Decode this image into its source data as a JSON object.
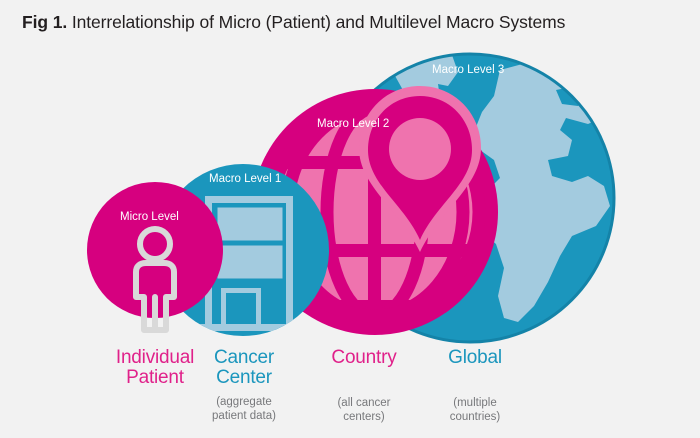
{
  "figure": {
    "label": "Fig 1.",
    "title": "Interrelationship of Micro (Patient) and Multilevel Macro Systems",
    "background_color": "#f2f2f2"
  },
  "colors": {
    "pink": "#e0218a",
    "pink_dark": "#d6007f",
    "pink_light": "#ef73ae",
    "teal": "#1b96bd",
    "teal_dark": "#1483a8",
    "teal_light": "#a3cbdf",
    "icon_gray": "#d9d9d9",
    "caption_gray": "#77787b",
    "title_black": "#231f20",
    "white": "#ffffff"
  },
  "levels": [
    {
      "id": "micro",
      "badge": "Micro Level",
      "icon": "person-icon",
      "color": "#d6007f",
      "caption_title": "Individual\nPatient",
      "caption_title_line1": "Individual",
      "caption_title_line2": "Patient",
      "caption_sub": "",
      "caption_color": "pink"
    },
    {
      "id": "macro-1",
      "badge": "Macro Level 1",
      "icon": "building-icon",
      "color": "#1b96bd",
      "caption_title_line1": "Cancer",
      "caption_title_line2": "Center",
      "caption_sub_line1": "(aggregate",
      "caption_sub_line2": "patient data)",
      "caption_color": "teal"
    },
    {
      "id": "macro-2",
      "badge": "Macro Level 2",
      "icon": "map-pin-globe-icon",
      "color": "#d6007f",
      "caption_title_line1": "Country",
      "caption_title_line2": "",
      "caption_sub_line1": "(all cancer",
      "caption_sub_line2": "centers)",
      "caption_color": "pink"
    },
    {
      "id": "macro-3",
      "badge": "Macro Level 3",
      "icon": "globe-icon",
      "color": "#1b96bd",
      "caption_title_line1": "Global",
      "caption_title_line2": "",
      "caption_sub_line1": "(multiple",
      "caption_sub_line2": "countries)",
      "caption_color": "teal"
    }
  ]
}
